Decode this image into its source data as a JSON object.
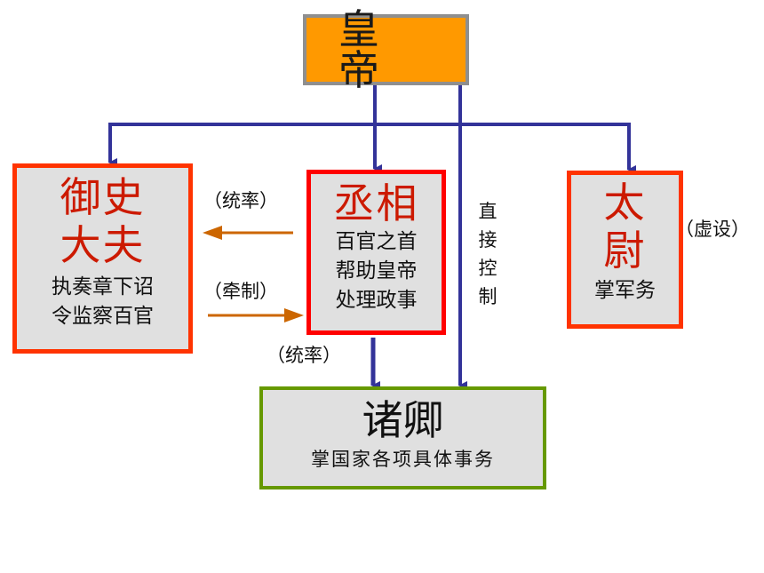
{
  "emperor": {
    "title": "皇 帝"
  },
  "censor": {
    "title_line1": "御史",
    "title_line2": "大夫",
    "desc_line1": "执奏章下诏",
    "desc_line2": "令监察百官"
  },
  "chancellor": {
    "title": "丞相",
    "desc_line1": "百官之首",
    "desc_line2": "帮助皇帝",
    "desc_line3": "处理政事"
  },
  "commandant": {
    "title_line1": "太",
    "title_line2": "尉",
    "desc": "掌军务",
    "note": "（虚设）"
  },
  "ministers": {
    "title": "诸卿",
    "desc": "掌国家各项具体事务"
  },
  "relations": {
    "lead_to_censor": "（统率）",
    "restrain_from_censor": "（牵制）",
    "lead_to_ministers": "（统率）",
    "direct_control": "直接控制"
  },
  "colors": {
    "hierarchy_arrow": "#333399",
    "relation_arrow": "#cc6600",
    "emperor_fill": "#ff9900",
    "title_red": "#cc1a00",
    "ministers_border": "#669900"
  }
}
